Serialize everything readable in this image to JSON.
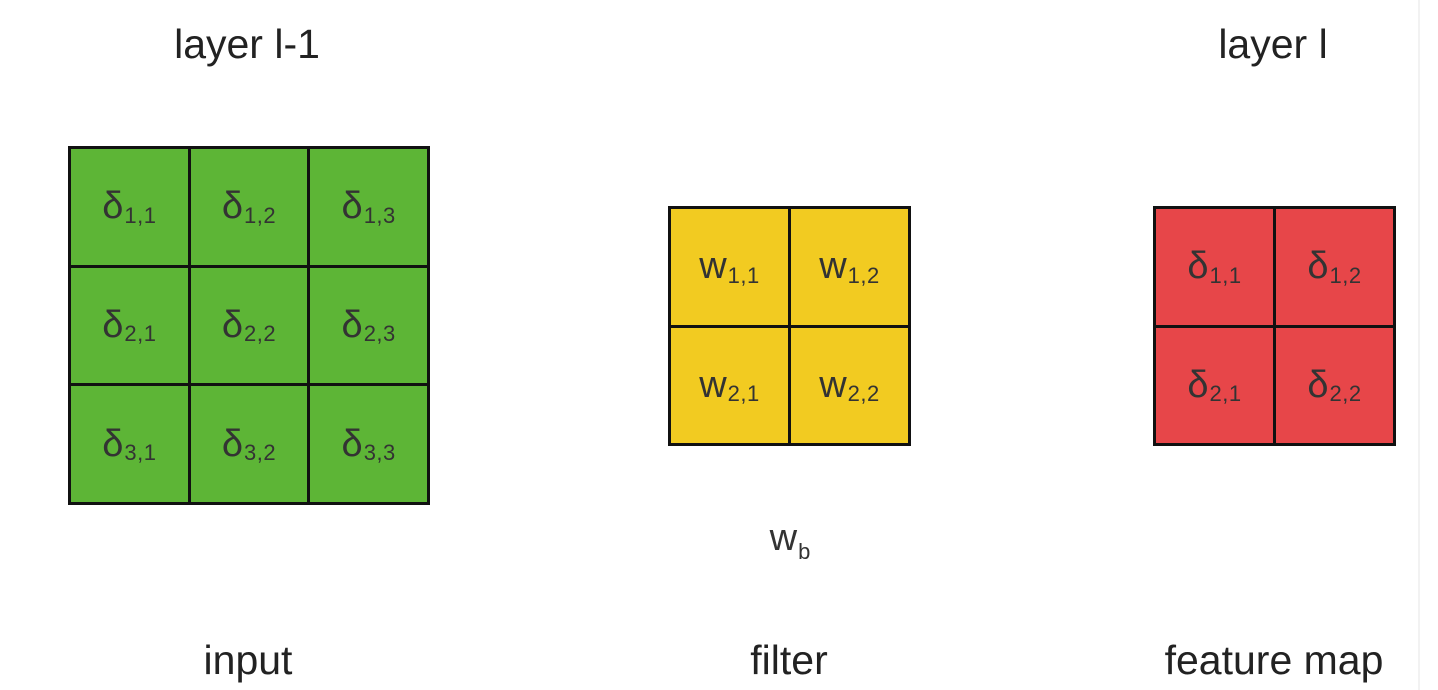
{
  "colors": {
    "input": "#5db536",
    "filter": "#f2cb21",
    "feature_map": "#e74649",
    "grid_line": "#111111"
  },
  "titles": {
    "left": "layer l-1",
    "right": "layer l"
  },
  "captions": {
    "input": "input",
    "filter": "filter",
    "feature_map": "feature map"
  },
  "input_grid": {
    "cells": [
      {
        "symbol": "δ",
        "sub": "1,1"
      },
      {
        "symbol": "δ",
        "sub": "1,2"
      },
      {
        "symbol": "δ",
        "sub": "1,3"
      },
      {
        "symbol": "δ",
        "sub": "2,1"
      },
      {
        "symbol": "δ",
        "sub": "2,2"
      },
      {
        "symbol": "δ",
        "sub": "2,3"
      },
      {
        "symbol": "δ",
        "sub": "3,1"
      },
      {
        "symbol": "δ",
        "sub": "3,2"
      },
      {
        "symbol": "δ",
        "sub": "3,3"
      }
    ]
  },
  "filter_grid": {
    "cells": [
      {
        "symbol": "w",
        "sub": "1,1"
      },
      {
        "symbol": "w",
        "sub": "1,2"
      },
      {
        "symbol": "w",
        "sub": "2,1"
      },
      {
        "symbol": "w",
        "sub": "2,2"
      }
    ]
  },
  "feature_grid": {
    "cells": [
      {
        "symbol": "δ",
        "sub": "1,1"
      },
      {
        "symbol": "δ",
        "sub": "1,2"
      },
      {
        "symbol": "δ",
        "sub": "2,1"
      },
      {
        "symbol": "δ",
        "sub": "2,2"
      }
    ]
  },
  "bias": {
    "symbol": "w",
    "sub": "b"
  }
}
